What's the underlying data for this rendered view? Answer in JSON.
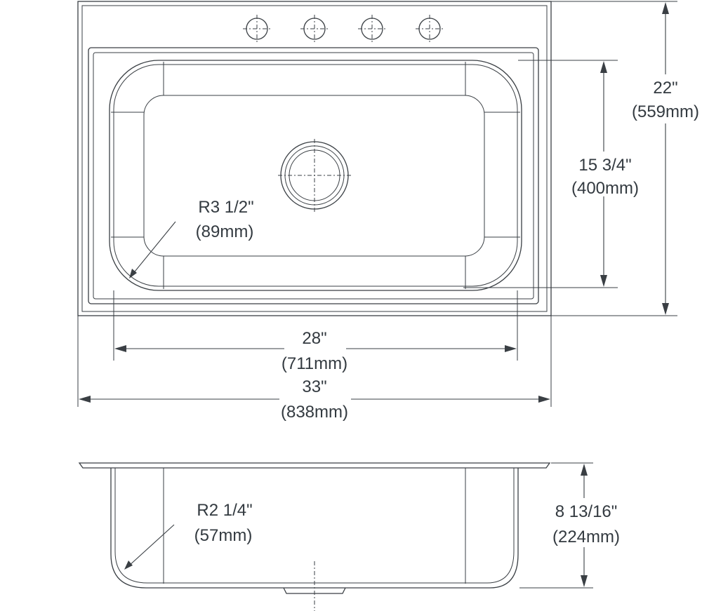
{
  "top_view": {
    "overall_width": {
      "imperial": "33\"",
      "metric": "(838mm)"
    },
    "overall_depth": {
      "imperial": "22\"",
      "metric": "(559mm)"
    },
    "bowl_width": {
      "imperial": "28\"",
      "metric": "(711mm)"
    },
    "bowl_depth": {
      "imperial": "15 3/4\"",
      "metric": "(400mm)"
    },
    "corner_radius": {
      "imperial": "R3 1/2\"",
      "metric": "(89mm)"
    },
    "faucet_holes": 4
  },
  "side_view": {
    "bowl_height": {
      "imperial": "8 13/16\"",
      "metric": "(224mm)"
    },
    "bottom_radius": {
      "imperial": "R2 1/4\"",
      "metric": "(57mm)"
    }
  }
}
